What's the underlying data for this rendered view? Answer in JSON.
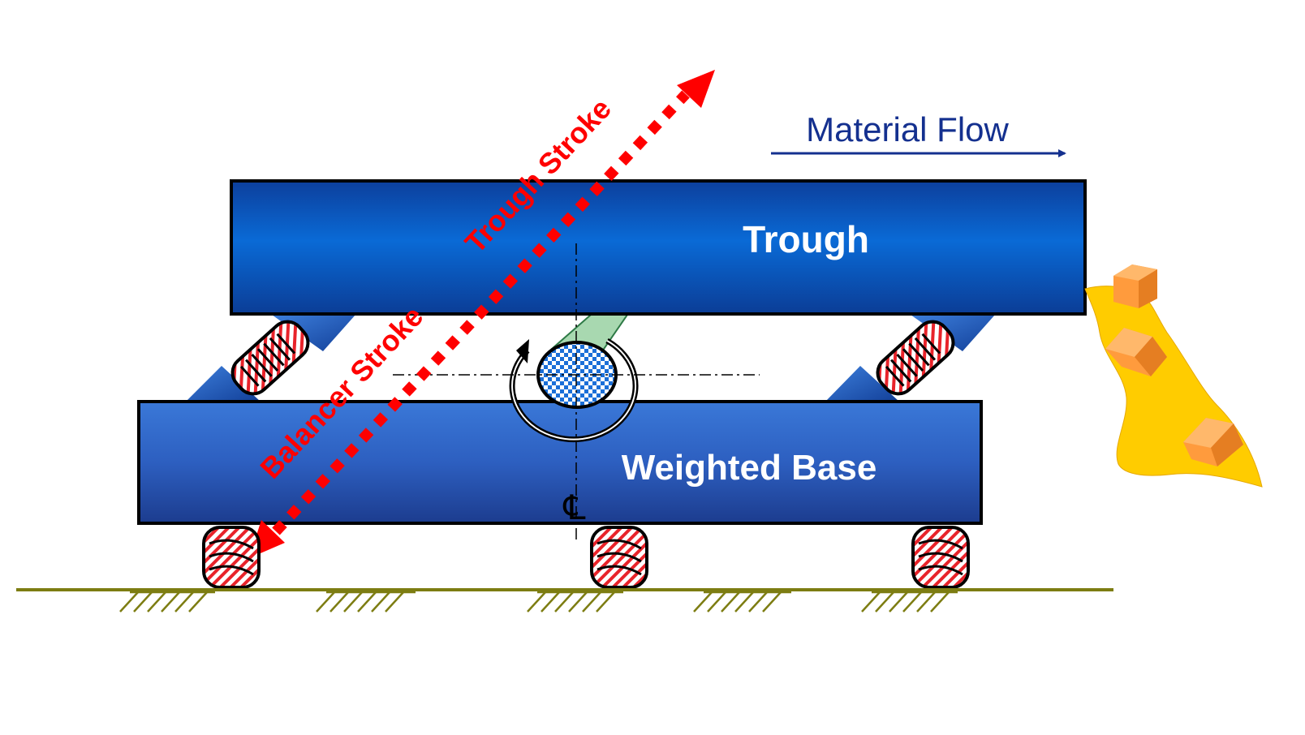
{
  "labels": {
    "material_flow": "Material Flow",
    "trough": "Trough",
    "weighted_base": "Weighted Base",
    "trough_stroke": "Trough Stroke",
    "balancer_stroke": "Balancer Stroke",
    "centerline": "℄"
  },
  "colors": {
    "trough_fill": "#0a5fc4",
    "base_fill": "#2f64c4",
    "stroke_arrow": "#ff0000",
    "material_flow": "#14308f",
    "ground": "#7d7d12",
    "material": "#ffcc00",
    "chunk": "#ff9b3d"
  }
}
